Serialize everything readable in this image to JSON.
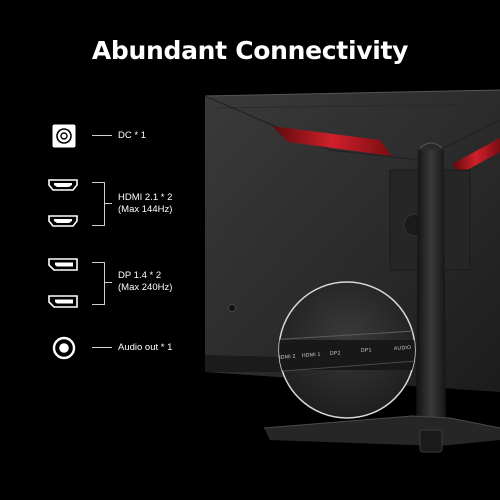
{
  "title": "Abundant Connectivity",
  "ports": {
    "dc": {
      "label": "DC * 1",
      "icon": "dc-power-icon"
    },
    "hdmi": {
      "line1": "HDMI 2.1 * 2",
      "line2": "(Max 144Hz)",
      "icon": "hdmi-port-icon"
    },
    "dp": {
      "line1": "DP 1.4 * 2",
      "line2": "(Max 240Hz)",
      "icon": "displayport-icon"
    },
    "audio": {
      "label": "Audio out * 1",
      "icon": "audio-jack-icon"
    }
  },
  "monitor_ports": [
    "HDMI 2",
    "HDMI 1",
    "DP2",
    "DP1",
    "AUDIO"
  ],
  "colors": {
    "accent_red": "#d0202a",
    "background": "#000000",
    "text": "#ffffff"
  }
}
